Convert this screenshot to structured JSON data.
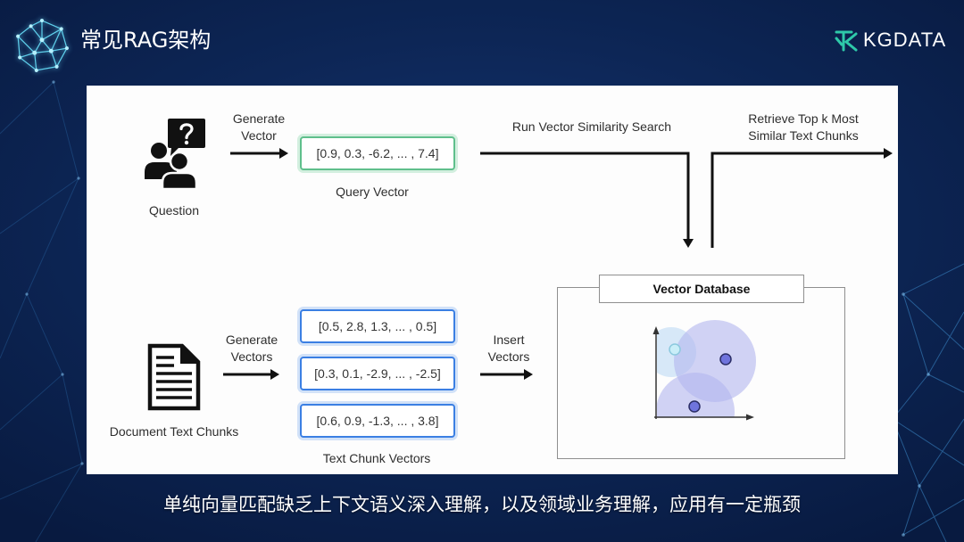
{
  "header": {
    "title": "常见RAG架构",
    "title_icon": "network-globe-icon",
    "logo_icon": "kgdata-logo-icon",
    "logo_text": "KGDATA"
  },
  "diagram": {
    "question": {
      "icon": "question-people-icon",
      "label": "Question"
    },
    "generate_query_vector": {
      "line1": "Generate",
      "line2": "Vector"
    },
    "query_vector": {
      "value": "[0.9, 0.3, -6.2, ... , 7.4]",
      "label": "Query Vector"
    },
    "similarity_search": {
      "label": "Run Vector Similarity Search"
    },
    "retrieve": {
      "line1": "Retrieve Top k Most",
      "line2": "Similar Text Chunks"
    },
    "vector_database": {
      "title": "Vector Database",
      "icon": "vector-space-scatter-icon"
    },
    "document": {
      "icon": "document-icon",
      "label": "Document Text Chunks"
    },
    "generate_chunk_vectors": {
      "line1": "Generate",
      "line2": "Vectors"
    },
    "text_chunk_vectors": {
      "items": [
        "[0.5, 2.8, 1.3, ... , 0.5]",
        "[0.3, 0.1, -2.9, ... , -2.5]",
        "[0.6, 0.9, -1.3, ... , 3.8]"
      ],
      "label": "Text Chunk Vectors"
    },
    "insert_vectors": {
      "line1": "Insert",
      "line2": "Vectors"
    }
  },
  "caption": "单纯向量匹配缺乏上下文语义深入理解，以及领域业务理解，应用有一定瓶颈",
  "colors": {
    "background": "#0d2656",
    "panel": "#fdfdfd",
    "query_vector_border": "#5fbf8c",
    "chunk_vector_border": "#3b7fe3",
    "logo_accent": "#2ec9a9",
    "title_icon": "#5fd0ec",
    "arrow": "#111111"
  }
}
